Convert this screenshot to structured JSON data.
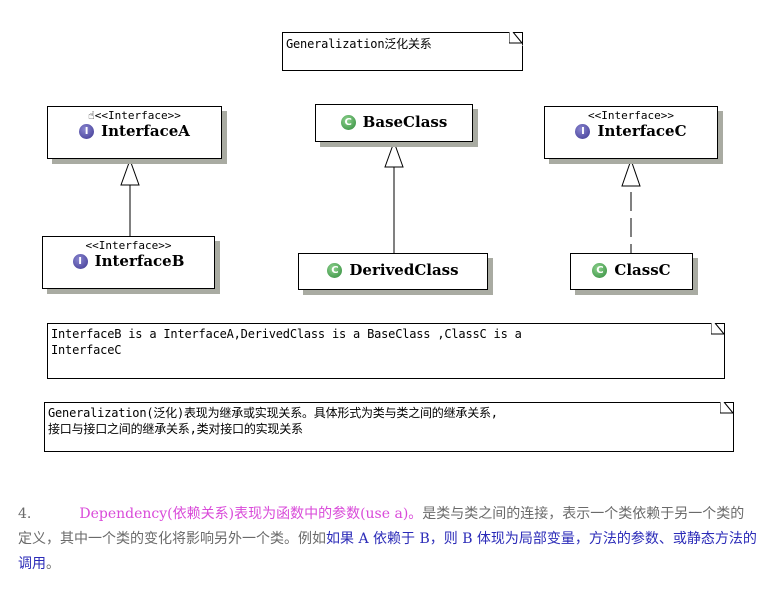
{
  "title_note": {
    "text": "Generalization泛化关系"
  },
  "classes": {
    "interfaceA": {
      "stereotype": "<<Interface>>",
      "name": "InterfaceA",
      "badge": "I",
      "kind": "interface",
      "extra_icon": "hand-icon"
    },
    "interfaceB": {
      "stereotype": "<<Interface>>",
      "name": "InterfaceB",
      "badge": "I",
      "kind": "interface"
    },
    "baseClass": {
      "name": "BaseClass",
      "badge": "C",
      "kind": "class"
    },
    "derivedClass": {
      "name": "DerivedClass",
      "badge": "C",
      "kind": "class"
    },
    "interfaceC": {
      "stereotype": "<<Interface>>",
      "name": "InterfaceC",
      "badge": "I",
      "kind": "interface"
    },
    "classC": {
      "name": "ClassC",
      "badge": "C",
      "kind": "class"
    }
  },
  "relations": [
    {
      "from": "InterfaceB",
      "to": "InterfaceA",
      "type": "generalization",
      "line": "solid"
    },
    {
      "from": "DerivedClass",
      "to": "BaseClass",
      "type": "generalization",
      "line": "solid"
    },
    {
      "from": "ClassC",
      "to": "InterfaceC",
      "type": "realization",
      "line": "dashed"
    }
  ],
  "note_is_a": {
    "line1": "InterfaceB is a InterfaceA,DerivedClass is a BaseClass ,ClassC is a",
    "line2": "InterfaceC"
  },
  "note_description": {
    "line1": "Generalization(泛化)表现为继承或实现关系。具体形式为类与类之间的继承关系,",
    "line2": "接口与接口之间的继承关系,类对接口的实现关系"
  },
  "paragraph": {
    "number": "4.",
    "pink_text": "Dependency(依赖关系)表现为函数中的参数(use a)。",
    "gray_text_1": "是类与类之间的连接，表示一个类依赖于另一个类的定义，其中一个类的变化将影响另外一个类。例如",
    "blue_text": "如果 A 依赖于 B，则 B 体现为局部变量，方法的参数、或静态方法的调用",
    "gray_text_2": "。"
  },
  "colors": {
    "pink": "#d94ad9",
    "blue": "#2b2bb8",
    "gray": "#6a6a6a",
    "shadow": "#a9aba2",
    "interface_badge": "#3d3791",
    "class_badge": "#2f8a3a"
  }
}
